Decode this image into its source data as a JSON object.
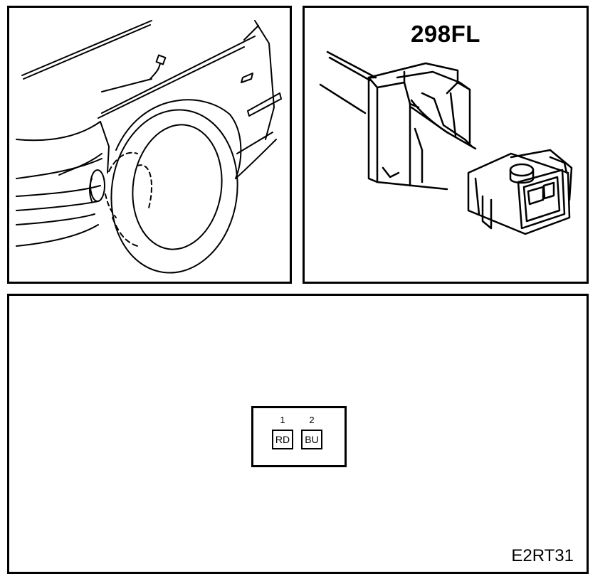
{
  "connector": {
    "id": "298FL"
  },
  "pins": [
    {
      "number": "1",
      "color": "RD"
    },
    {
      "number": "2",
      "color": "BU"
    }
  ],
  "figure_code": "E2RT31"
}
